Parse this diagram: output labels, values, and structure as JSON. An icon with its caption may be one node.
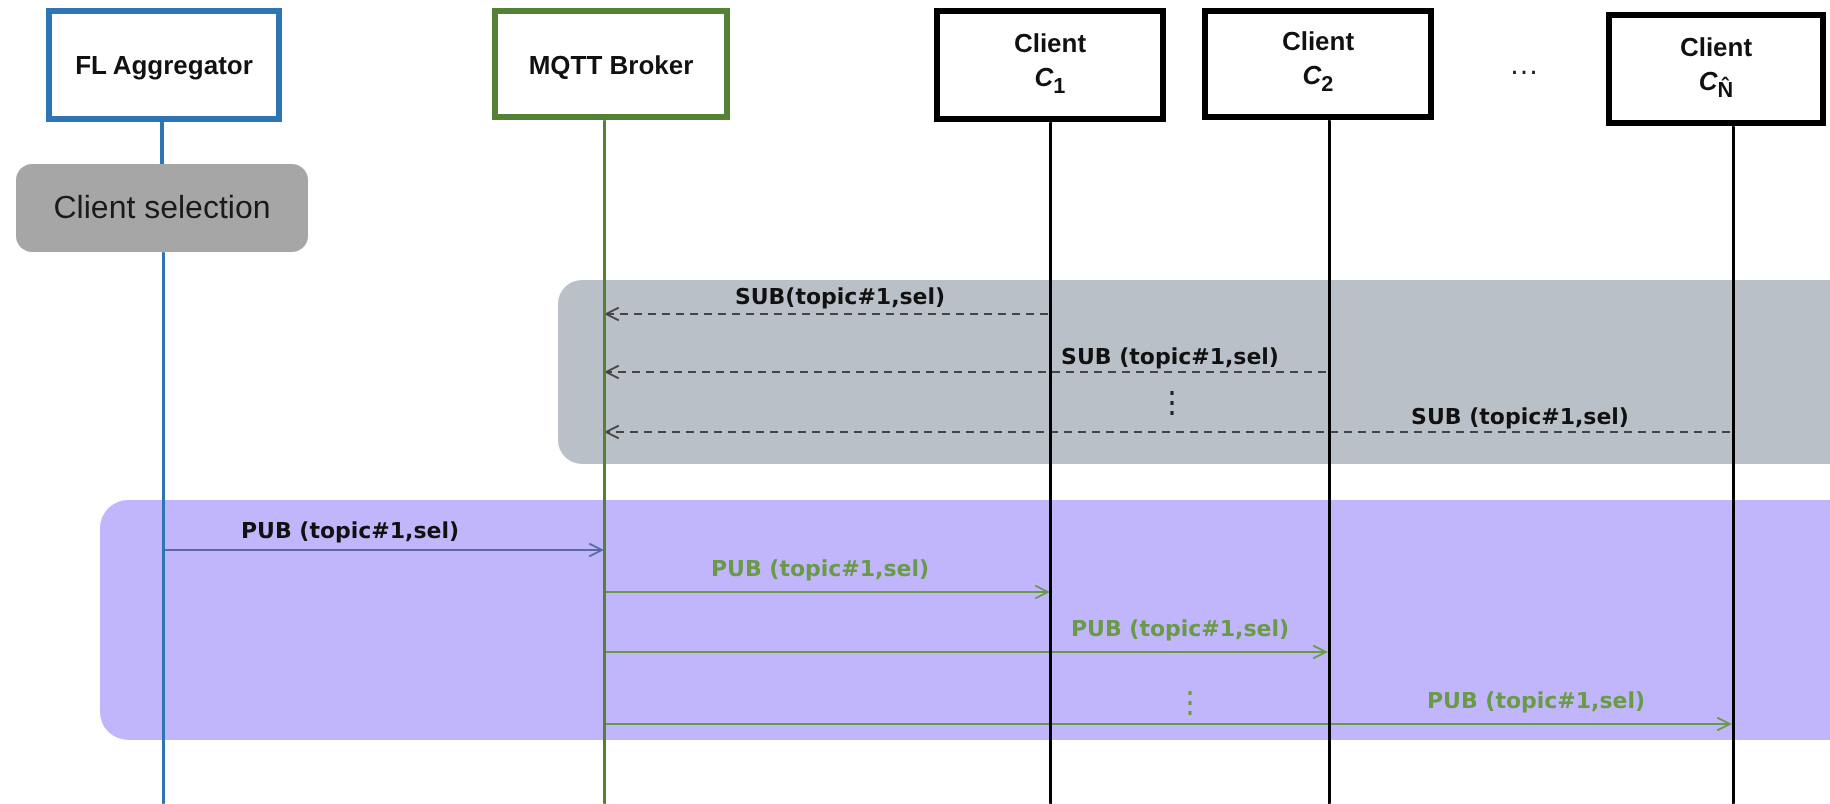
{
  "diagram": {
    "nodes": [
      {
        "text": [
          "FL Aggregator"
        ]
      },
      {
        "text": [
          "MQTT Broker"
        ]
      },
      {
        "text": [
          "Client",
          "*C*$_{1}$"
        ]
      },
      {
        "text": [
          "Client",
          "*C*$_{2}$"
        ]
      },
      {
        "text": [
          "Client",
          "*C*$_{N̂}$"
        ]
      },
      {
        "text": [
          "Client selection"
        ]
      },
      {
        "text": [],
        "shape": "line"
      },
      {
        "text": [],
        "shape": "line"
      },
      {
        "text": [],
        "shape": "line"
      },
      {
        "text": [],
        "shape": "line"
      },
      {
        "text": [],
        "shape": "line"
      }
    ],
    "edges": [
      {
        "from": 8,
        "to": 7,
        "arrow": "to",
        "label": "SUB(topic#1,sel)",
        "style": "dashed"
      },
      {
        "from": 9,
        "to": 7,
        "arrow": "to",
        "label": "SUB (topic#1,sel)",
        "style": "dashed"
      },
      {
        "from": 10,
        "to": 7,
        "arrow": "to",
        "label": "SUB (topic#1,sel)",
        "style": "dashed"
      },
      {
        "from": 6,
        "to": 7,
        "arrow": "to",
        "label": "PUB (topic#1,sel)",
        "color": "#5a6aa0"
      },
      {
        "from": 7,
        "to": 8,
        "arrow": "to",
        "label": "PUB (topic#1,sel)",
        "color": "#6a9a48"
      },
      {
        "from": 7,
        "to": 9,
        "arrow": "to",
        "label": "PUB (topic#1,sel)",
        "color": "#6a9a48"
      },
      {
        "from": 7,
        "to": 10,
        "arrow": "to",
        "label": "PUB (topic#1,sel)",
        "color": "#6a9a48"
      }
    ],
    "labels": [
      "…",
      "⋮",
      "⋮"
    ]
  }
}
